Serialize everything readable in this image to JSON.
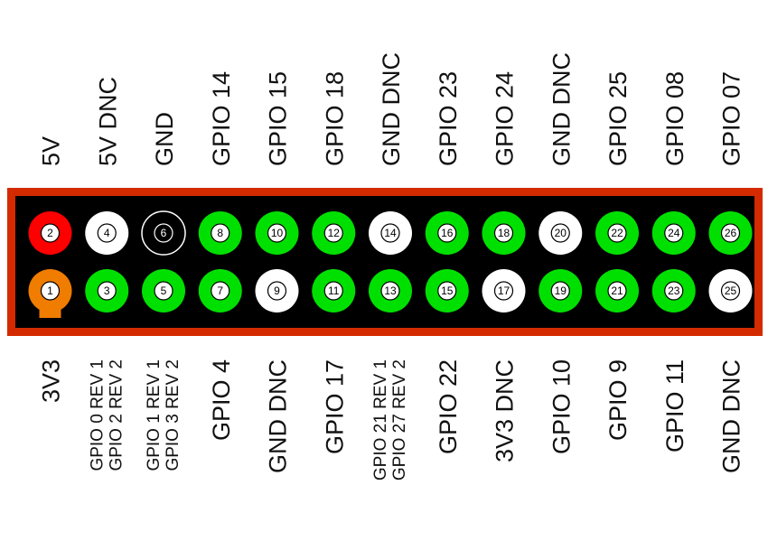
{
  "header": {
    "pin_colors": {
      "power_5v": "#ff0000",
      "power_3v3": "#f07c00",
      "gpio": "#00e000",
      "ground_dnc": "#ffffff",
      "ground": "#000000",
      "board": "#d42a00",
      "board_inner": "#000000"
    }
  },
  "top_row": [
    {
      "pin": "2",
      "label": "5V",
      "color": "power_5v"
    },
    {
      "pin": "4",
      "label": "5V DNC",
      "color": "ground_dnc"
    },
    {
      "pin": "6",
      "label": "GND",
      "color": "ground"
    },
    {
      "pin": "8",
      "label": "GPIO 14",
      "color": "gpio"
    },
    {
      "pin": "10",
      "label": "GPIO 15",
      "color": "gpio"
    },
    {
      "pin": "12",
      "label": "GPIO 18",
      "color": "gpio"
    },
    {
      "pin": "14",
      "label": "GND DNC",
      "color": "ground_dnc"
    },
    {
      "pin": "16",
      "label": "GPIO 23",
      "color": "gpio"
    },
    {
      "pin": "18",
      "label": "GPIO 24",
      "color": "gpio"
    },
    {
      "pin": "20",
      "label": "GND DNC",
      "color": "ground_dnc"
    },
    {
      "pin": "22",
      "label": "GPIO 25",
      "color": "gpio"
    },
    {
      "pin": "24",
      "label": "GPIO 08",
      "color": "gpio"
    },
    {
      "pin": "26",
      "label": "GPIO 07",
      "color": "gpio"
    }
  ],
  "bottom_row": [
    {
      "pin": "1",
      "lines": [
        "3V3"
      ],
      "color": "power_3v3"
    },
    {
      "pin": "3",
      "lines": [
        "GPIO 0 REV 1",
        "GPIO 2 REV 2"
      ],
      "color": "gpio"
    },
    {
      "pin": "5",
      "lines": [
        "GPIO 1 REV 1",
        "GPIO 3 REV 2"
      ],
      "color": "gpio"
    },
    {
      "pin": "7",
      "lines": [
        "GPIO 4"
      ],
      "color": "gpio"
    },
    {
      "pin": "9",
      "lines": [
        "GND DNC"
      ],
      "color": "ground_dnc"
    },
    {
      "pin": "11",
      "lines": [
        "GPIO 17"
      ],
      "color": "gpio"
    },
    {
      "pin": "13",
      "lines": [
        "GPIO 21 REV 1",
        "GPIO 27 REV 2"
      ],
      "color": "gpio"
    },
    {
      "pin": "15",
      "lines": [
        "GPIO 22"
      ],
      "color": "gpio"
    },
    {
      "pin": "17",
      "lines": [
        "3V3 DNC"
      ],
      "color": "ground_dnc"
    },
    {
      "pin": "19",
      "lines": [
        "GPIO 10"
      ],
      "color": "gpio"
    },
    {
      "pin": "21",
      "lines": [
        "GPIO 9"
      ],
      "color": "gpio"
    },
    {
      "pin": "23",
      "lines": [
        "GPIO 11"
      ],
      "color": "gpio"
    },
    {
      "pin": "25",
      "lines": [
        "GND DNC"
      ],
      "color": "ground_dnc"
    }
  ]
}
